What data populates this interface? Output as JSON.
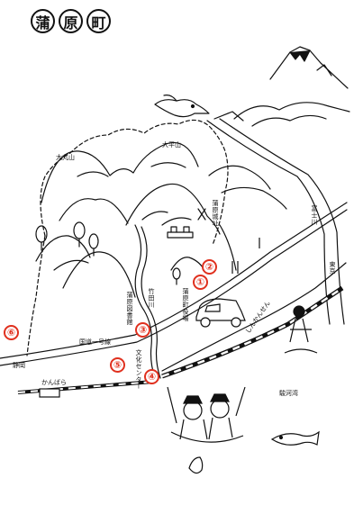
{
  "title": [
    "蒲",
    "原",
    "町"
  ],
  "markers": [
    {
      "num": "①"
    },
    {
      "num": "②"
    },
    {
      "num": "③"
    },
    {
      "num": "④"
    },
    {
      "num": "⑤"
    },
    {
      "num": "⑥"
    }
  ],
  "labels": {
    "mountain_ohmaru": "大丸山",
    "mountain_ohira": "大平山",
    "castle": "蒲原城址",
    "river_fuji": "富士川",
    "tokyo": "東京",
    "town_office": "蒲原町役場",
    "river_okita": "竹田川",
    "library": "蒲原図書館",
    "route1": "国道一号線",
    "culture_center": "文化センター",
    "shinkansen": "しんかんせん",
    "sea": "駿河湾",
    "shizuoka": "静岡",
    "kanbara_station": "かんばら"
  },
  "colors": {
    "marker": "#e0301e",
    "ink": "#111111"
  }
}
